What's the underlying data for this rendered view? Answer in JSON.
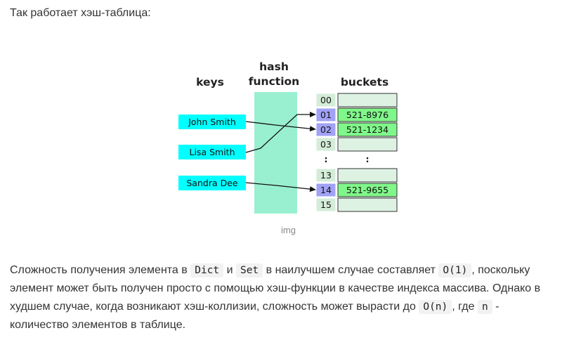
{
  "intro": "Так работает хэш-таблица:",
  "diagram": {
    "headers": {
      "keys": "keys",
      "hash_line1": "hash",
      "hash_line2": "function",
      "buckets": "buckets"
    },
    "keys": [
      "John Smith",
      "Lisa Smith",
      "Sandra Dee"
    ],
    "upper_slots": [
      {
        "index": "00",
        "value": "",
        "highlight": false
      },
      {
        "index": "01",
        "value": "521-8976",
        "highlight": true
      },
      {
        "index": "02",
        "value": "521-1234",
        "highlight": true
      },
      {
        "index": "03",
        "value": "",
        "highlight": false
      }
    ],
    "lower_slots": [
      {
        "index": "13",
        "value": "",
        "highlight": false
      },
      {
        "index": "14",
        "value": "521-9655",
        "highlight": true
      },
      {
        "index": "15",
        "value": "",
        "highlight": false
      }
    ],
    "ellipsis": ":",
    "mappings": [
      {
        "key": "John Smith",
        "slot": "02"
      },
      {
        "key": "Lisa Smith",
        "slot": "01"
      },
      {
        "key": "Sandra Dee",
        "slot": "14"
      }
    ],
    "colors": {
      "key_box": "#00ffff",
      "hash_box": "#99f0d1",
      "index_normal": "#d4ecd8",
      "index_highlight": "#a1a1f5",
      "bucket_empty": "#ddf2e3",
      "bucket_filled": "#80f78a"
    }
  },
  "caption": "img",
  "paragraph": {
    "t1": "Сложность получения элемента в ",
    "c1": "Dict",
    "t2": " и ",
    "c2": "Set",
    "t3": " в наилучшем случае составляет ",
    "c3": "O(1)",
    "t4": ", поскольку элемент может быть получен просто с помощью хэш-функции в качестве индекса массива. Однако в худшем случае, когда возникают хэш-коллизии, сложность может вырасти до ",
    "c4": "O(n)",
    "t5": ", где ",
    "c5": "n",
    "t6": " - количество элементов в таблице."
  }
}
